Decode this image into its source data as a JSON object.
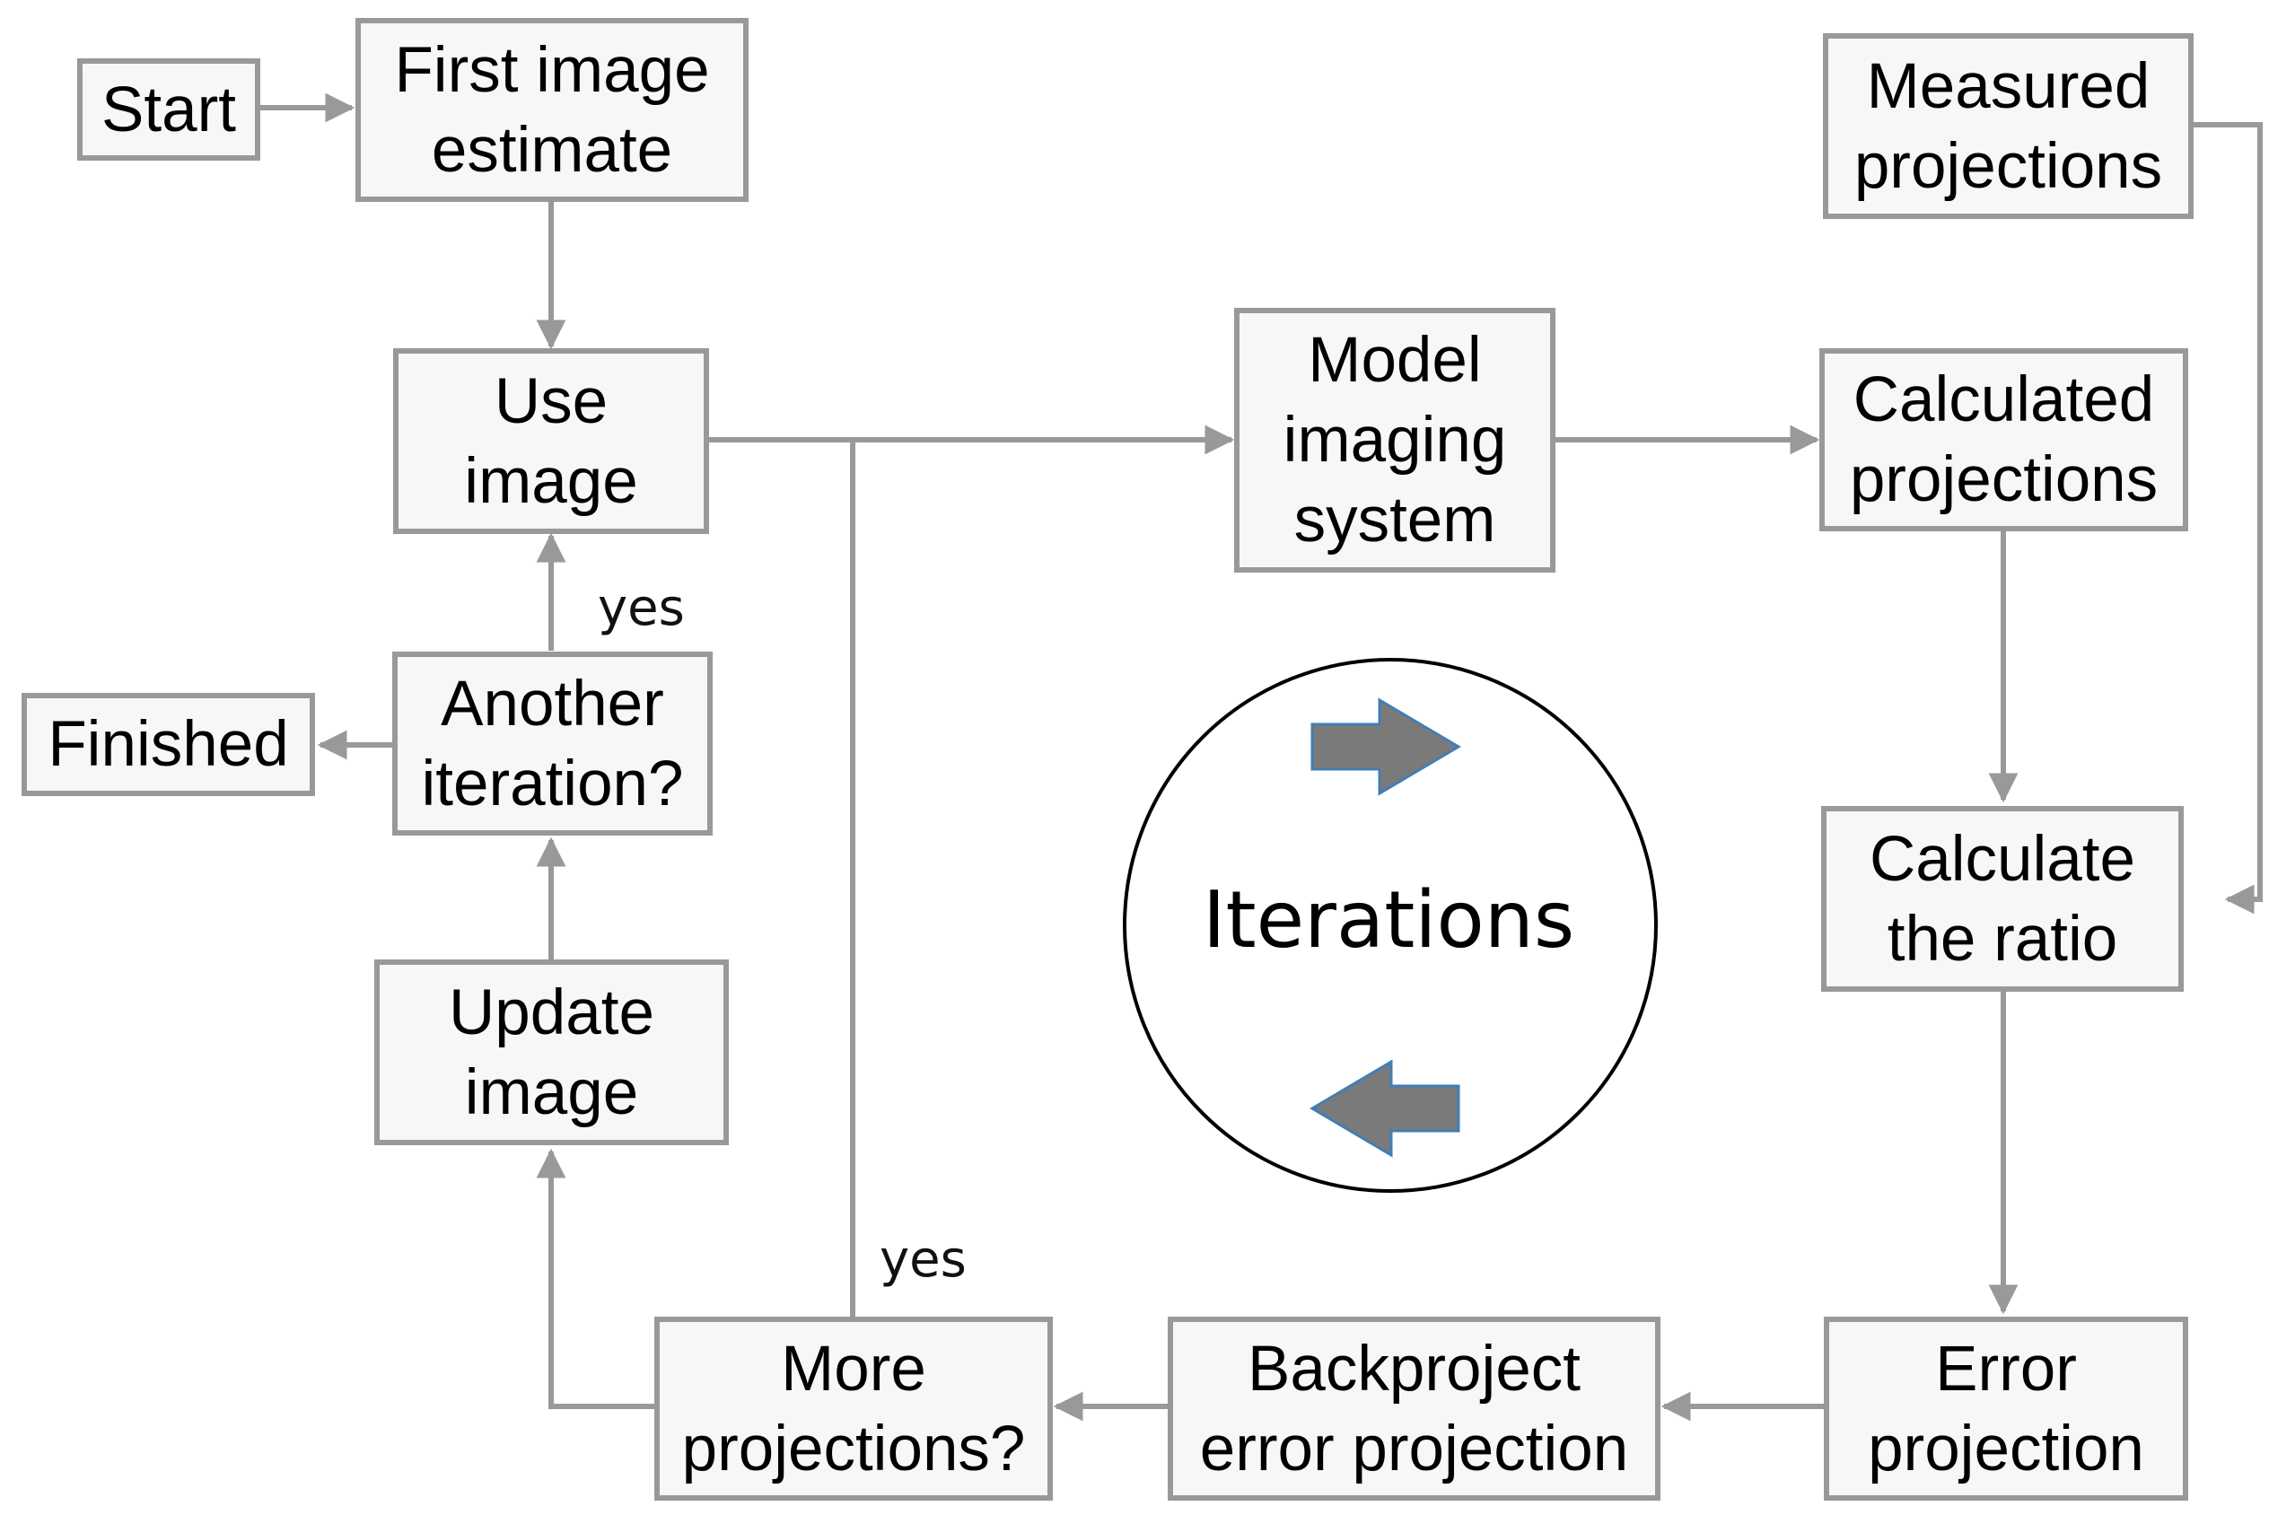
{
  "nodes": {
    "start": "Start",
    "first_image_estimate": "First image\nestimate",
    "use_image": "Use\nimage",
    "model_imaging_system": "Model\nimaging\nsystem",
    "calculated_projections": "Calculated\nprojections",
    "measured_projections": "Measured\nprojections",
    "calculate_ratio": "Calculate\nthe ratio",
    "error_projection": "Error\nprojection",
    "backproject_error_projection": "Backproject\nerror projection",
    "more_projections": "More\nprojections?",
    "update_image": "Update\nimage",
    "another_iteration": "Another\niteration?",
    "finished": "Finished"
  },
  "edge_labels": {
    "yes_another_iteration": "yes",
    "yes_more_projections": "yes"
  },
  "center": {
    "label": "Iterations"
  },
  "colors": {
    "box_border": "#999999",
    "box_fill": "#f7f7f7",
    "connector": "#999999",
    "arrow_fill": "#7a7a7a",
    "arrow_stroke": "#3f7fb5",
    "circle_stroke": "#000000"
  }
}
